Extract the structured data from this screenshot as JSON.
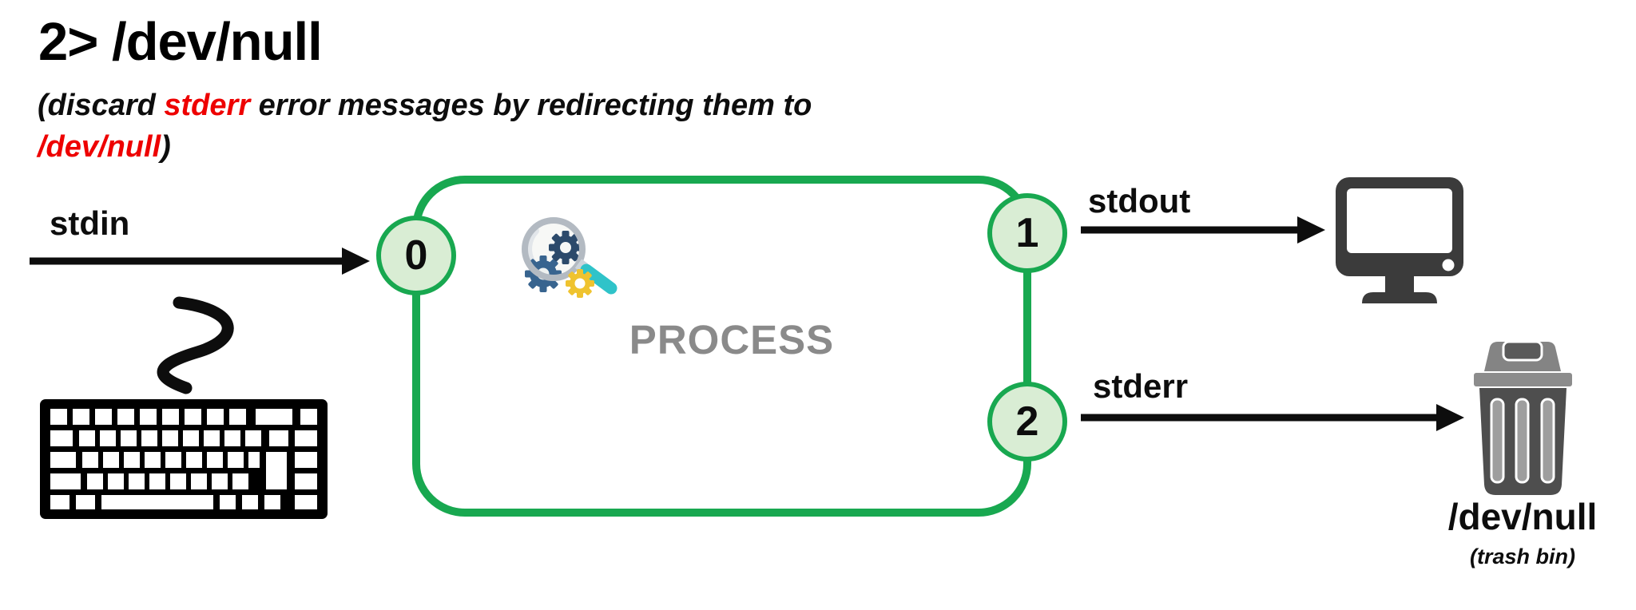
{
  "title": "2> /dev/null",
  "subtitle": {
    "line1_prefix": "(discard ",
    "line1_highlight": "stderr",
    "line1_suffix": " error messages by redirecting them to",
    "line2_highlight": "/dev/null",
    "line2_suffix": ")"
  },
  "labels": {
    "stdin": "stdin",
    "stdout": "stdout",
    "stderr": "stderr",
    "process": "PROCESS",
    "devnull": "/dev/null",
    "devnull_note": "(trash bin)"
  },
  "file_descriptors": [
    {
      "number": "0",
      "stream": "stdin"
    },
    {
      "number": "1",
      "stream": "stdout"
    },
    {
      "number": "2",
      "stream": "stderr"
    }
  ],
  "icons": {
    "input_device": "keyboard-icon",
    "input_cable": "squiggle-connector-icon",
    "process": "gears-magnifier-icon",
    "stdout_target": "monitor-icon",
    "stderr_target": "trash-bin-icon"
  },
  "colors": {
    "accent_green": "#18a850",
    "fd_circle_fill": "#d9edd4",
    "highlight_red": "#ee0000",
    "process_text_gray": "#8a8a8a",
    "device_dark_gray": "#3b3b3b",
    "trash_body_gray": "#4e4e4e",
    "trash_lid_gray": "#848484",
    "arrow_black": "#0d0d0d"
  }
}
